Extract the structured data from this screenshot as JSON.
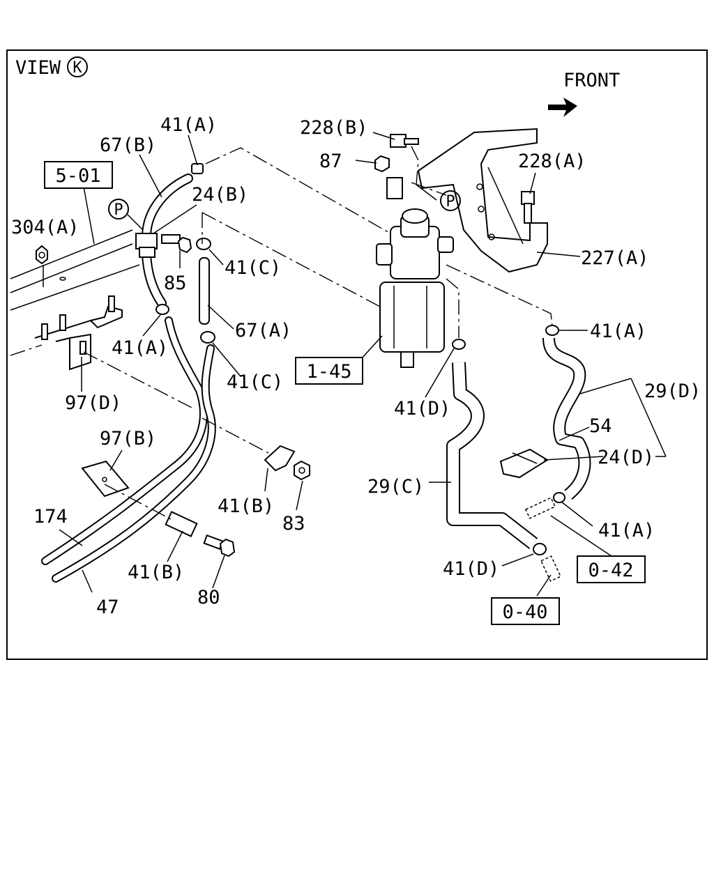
{
  "view": {
    "prefix": "VIEW",
    "letter": "K"
  },
  "direction": {
    "label": "FRONT"
  },
  "boxed_refs": [
    {
      "id": "ref-5-01",
      "text": "5-01"
    },
    {
      "id": "ref-1-45",
      "text": "1-45"
    },
    {
      "id": "ref-0-42",
      "text": "0-42"
    },
    {
      "id": "ref-0-40",
      "text": "0-40"
    }
  ],
  "circle_markers": [
    {
      "id": "marker-p-left",
      "text": "P"
    },
    {
      "id": "marker-p-right",
      "text": "P"
    }
  ],
  "labels": [
    {
      "id": "lbl-41a-top",
      "text": "41(A)"
    },
    {
      "id": "lbl-67b",
      "text": "67(B)"
    },
    {
      "id": "lbl-24b",
      "text": "24(B)"
    },
    {
      "id": "lbl-304a",
      "text": "304(A)"
    },
    {
      "id": "lbl-85",
      "text": "85"
    },
    {
      "id": "lbl-41c-upper",
      "text": "41(C)"
    },
    {
      "id": "lbl-67a",
      "text": "67(A)"
    },
    {
      "id": "lbl-41a-left",
      "text": "41(A)"
    },
    {
      "id": "lbl-41c-lower",
      "text": "41(C)"
    },
    {
      "id": "lbl-97d",
      "text": "97(D)"
    },
    {
      "id": "lbl-97b",
      "text": "97(B)"
    },
    {
      "id": "lbl-41b-clip",
      "text": "41(B)"
    },
    {
      "id": "lbl-83",
      "text": "83"
    },
    {
      "id": "lbl-174",
      "text": "174"
    },
    {
      "id": "lbl-41b-lower",
      "text": "41(B)"
    },
    {
      "id": "lbl-47",
      "text": "47"
    },
    {
      "id": "lbl-80",
      "text": "80"
    },
    {
      "id": "lbl-228b",
      "text": "228(B)"
    },
    {
      "id": "lbl-87",
      "text": "87"
    },
    {
      "id": "lbl-228a",
      "text": "228(A)"
    },
    {
      "id": "lbl-227a",
      "text": "227(A)"
    },
    {
      "id": "lbl-41a-right",
      "text": "41(A)"
    },
    {
      "id": "lbl-29d",
      "text": "29(D)"
    },
    {
      "id": "lbl-54",
      "text": "54"
    },
    {
      "id": "lbl-24d",
      "text": "24(D)"
    },
    {
      "id": "lbl-41d-upper",
      "text": "41(D)"
    },
    {
      "id": "lbl-29c",
      "text": "29(C)"
    },
    {
      "id": "lbl-41a-lower-right",
      "text": "41(A)"
    },
    {
      "id": "lbl-41d-lower",
      "text": "41(D)"
    }
  ]
}
